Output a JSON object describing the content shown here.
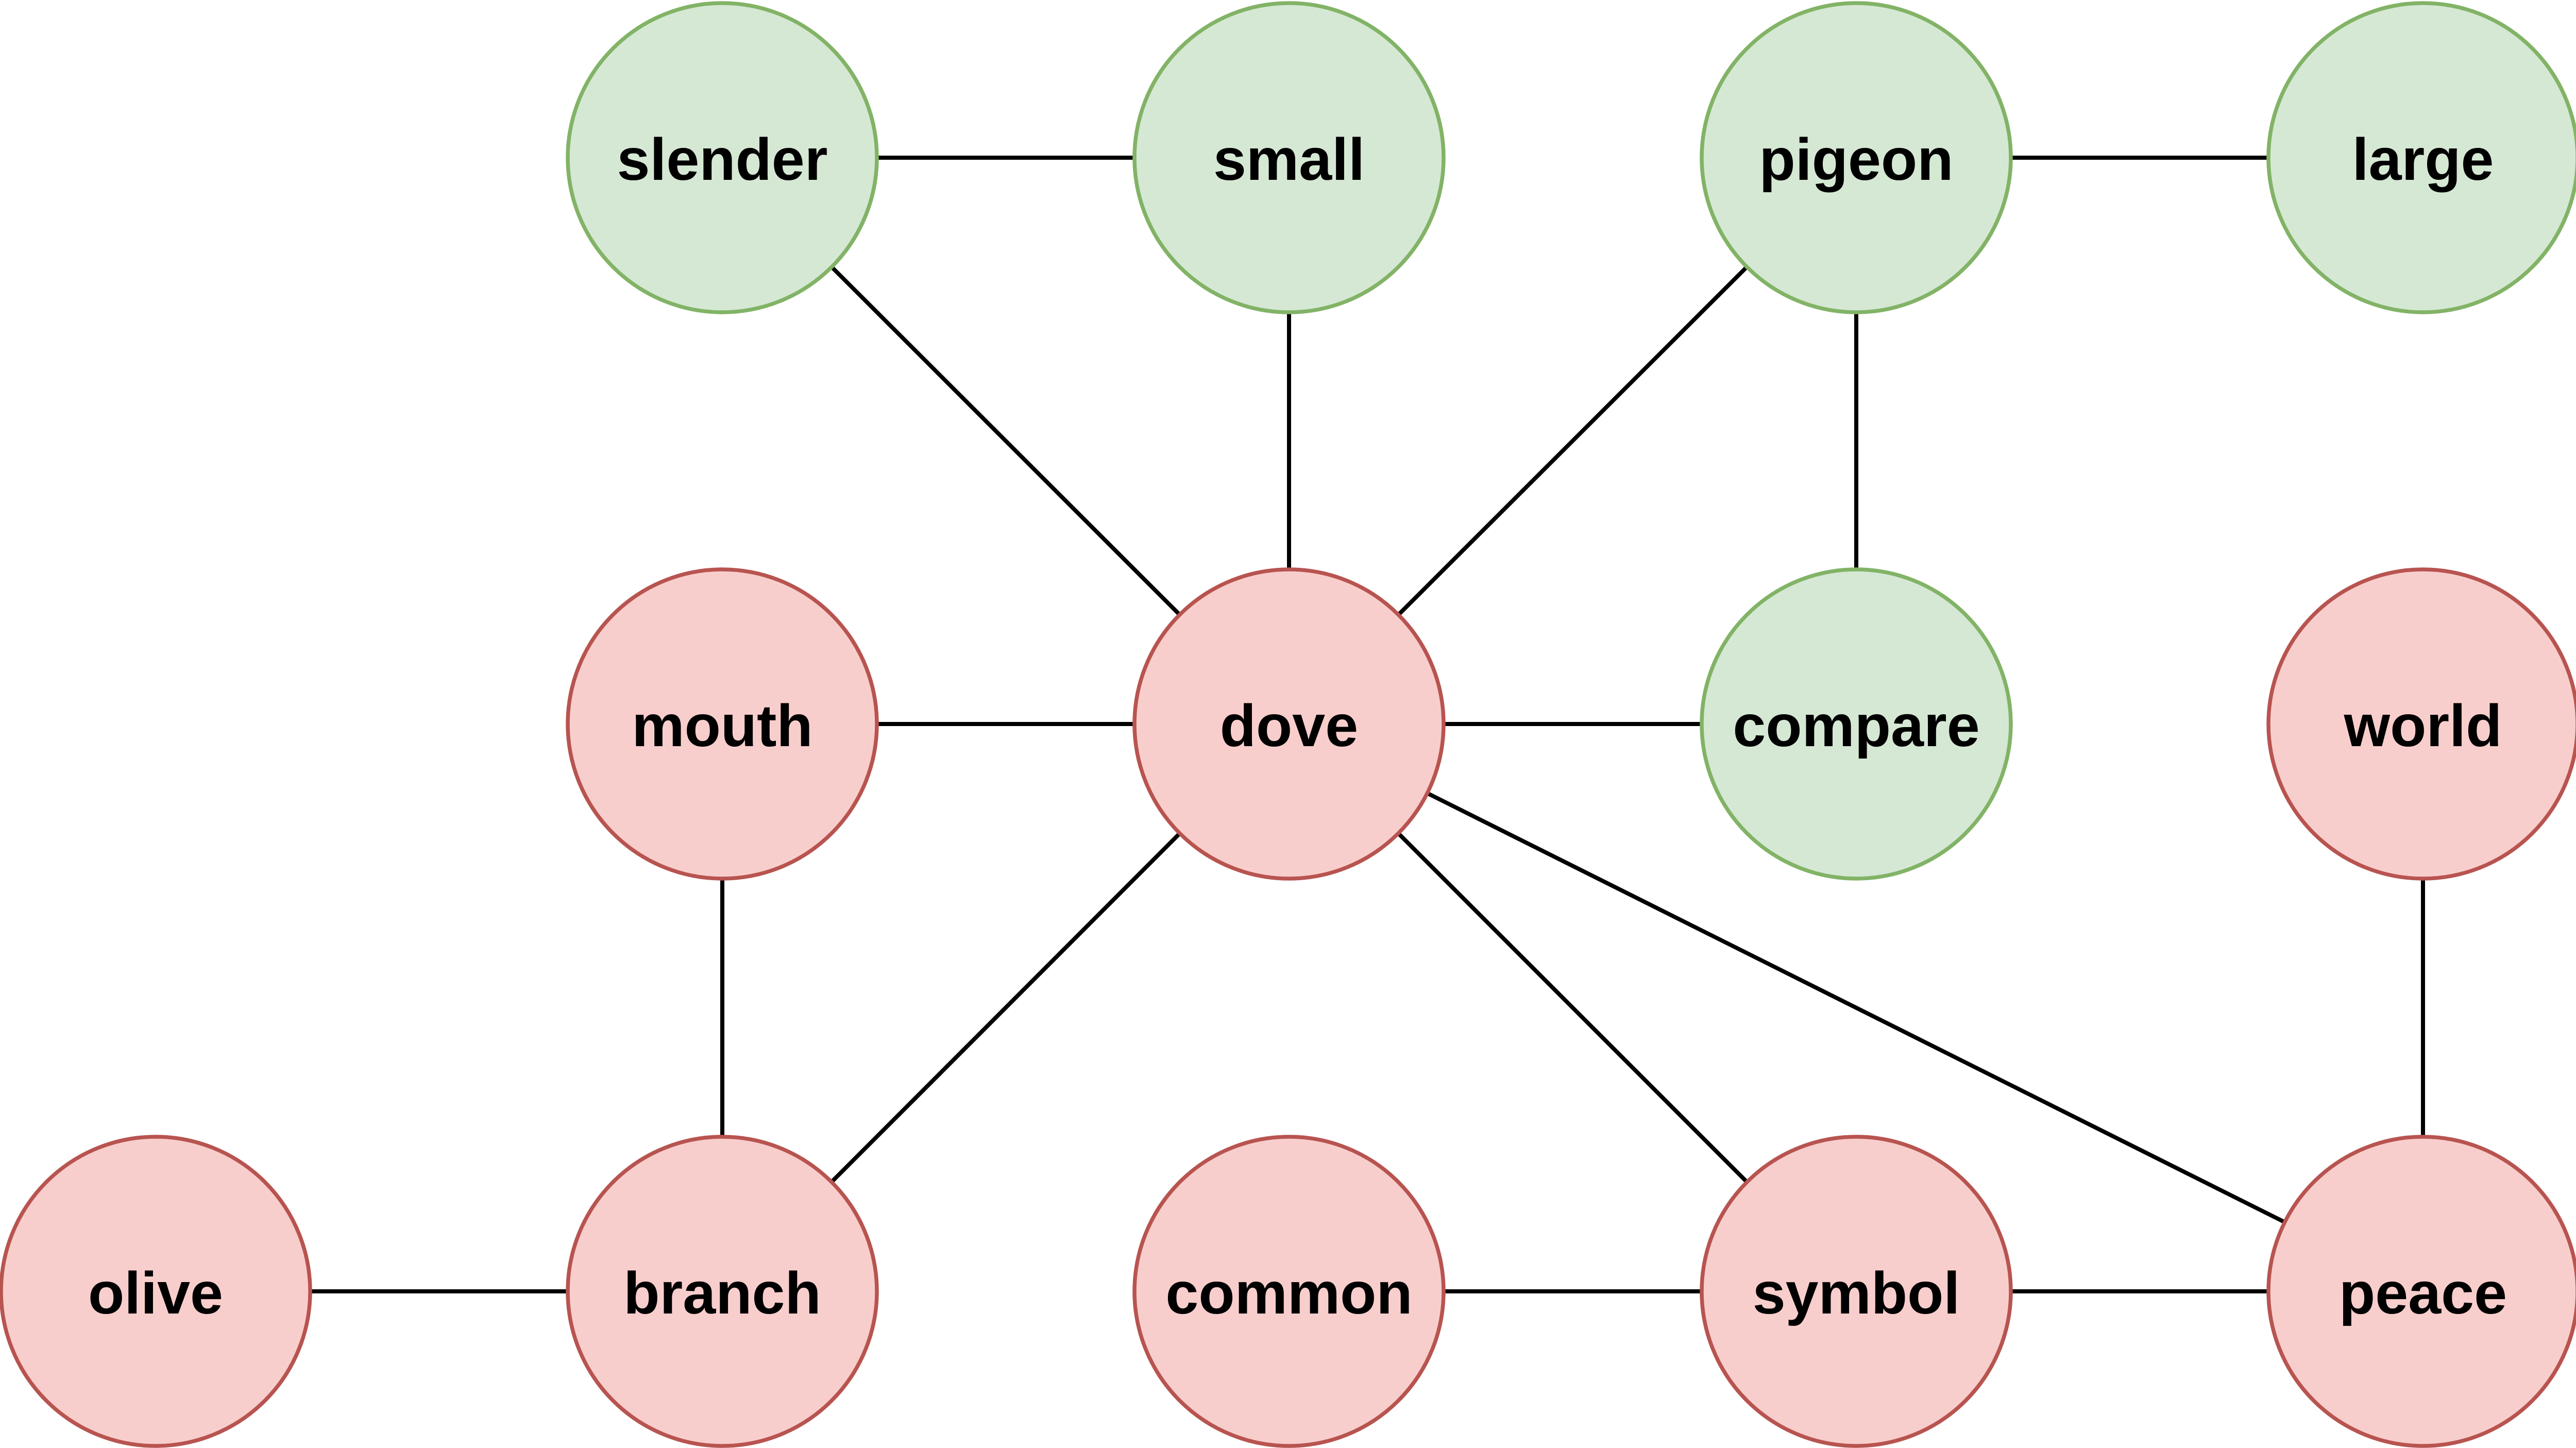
{
  "diagram": {
    "colors": {
      "green_fill": "#d5e8d4",
      "green_stroke": "#82b366",
      "red_fill": "#f8cecc",
      "red_stroke": "#b85450",
      "edge": "#000000"
    },
    "nodes": [
      {
        "id": "slender",
        "label": "slender",
        "group": "green"
      },
      {
        "id": "small",
        "label": "small",
        "group": "green"
      },
      {
        "id": "pigeon",
        "label": "pigeon",
        "group": "green"
      },
      {
        "id": "large",
        "label": "large",
        "group": "green"
      },
      {
        "id": "mouth",
        "label": "mouth",
        "group": "red"
      },
      {
        "id": "dove",
        "label": "dove",
        "group": "red"
      },
      {
        "id": "compare",
        "label": "compare",
        "group": "green"
      },
      {
        "id": "world",
        "label": "world",
        "group": "red"
      },
      {
        "id": "olive",
        "label": "olive",
        "group": "red"
      },
      {
        "id": "branch",
        "label": "branch",
        "group": "red"
      },
      {
        "id": "common",
        "label": "common",
        "group": "red"
      },
      {
        "id": "symbol",
        "label": "symbol",
        "group": "red"
      },
      {
        "id": "peace",
        "label": "peace",
        "group": "red"
      }
    ],
    "edges": [
      [
        "slender",
        "small"
      ],
      [
        "pigeon",
        "large"
      ],
      [
        "slender",
        "dove"
      ],
      [
        "small",
        "dove"
      ],
      [
        "pigeon",
        "dove"
      ],
      [
        "pigeon",
        "compare"
      ],
      [
        "mouth",
        "dove"
      ],
      [
        "dove",
        "compare"
      ],
      [
        "mouth",
        "branch"
      ],
      [
        "dove",
        "branch"
      ],
      [
        "dove",
        "symbol"
      ],
      [
        "dove",
        "peace"
      ],
      [
        "world",
        "peace"
      ],
      [
        "olive",
        "branch"
      ],
      [
        "common",
        "symbol"
      ],
      [
        "symbol",
        "peace"
      ]
    ]
  }
}
